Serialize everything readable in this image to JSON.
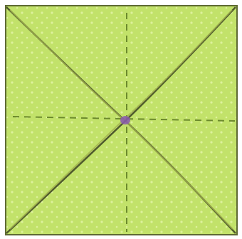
{
  "figure": {
    "kind": "origami-fold-diagram",
    "colors": {
      "paper_fill": "#c2e26a",
      "paper_edge": "#5e6a34",
      "fold_crease": "#4f5a2c",
      "fold_highlight": "#a0b04e",
      "dashed_fold": "#6c8a2c",
      "center_shadow": "#8a5ab0",
      "paper_dots": "#e6f5ad",
      "background": "#ffffff"
    },
    "folds": [
      {
        "name": "diagonal-fold-a",
        "style": "valley-crease"
      },
      {
        "name": "diagonal-fold-b",
        "style": "valley-crease"
      },
      {
        "name": "vertical-fold",
        "style": "dashed"
      },
      {
        "name": "horizontal-fold",
        "style": "dashed"
      }
    ]
  }
}
